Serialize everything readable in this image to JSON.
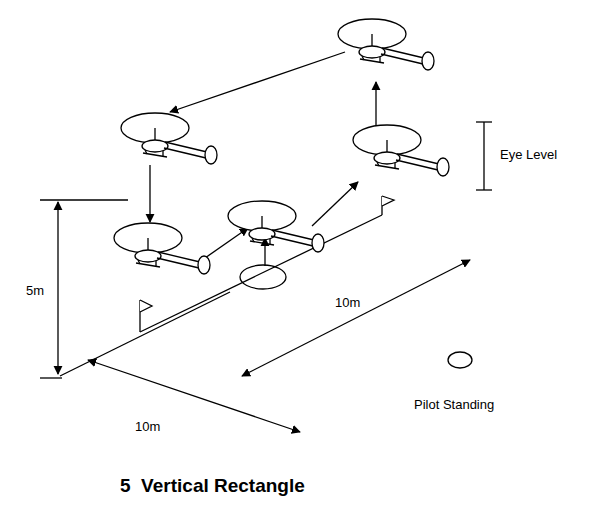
{
  "diagram": {
    "caption": "5  Vertical Rectangle",
    "labels": [
      "Eye Level",
      "5m",
      "10m",
      "10m",
      "Pilot Standing"
    ]
  }
}
